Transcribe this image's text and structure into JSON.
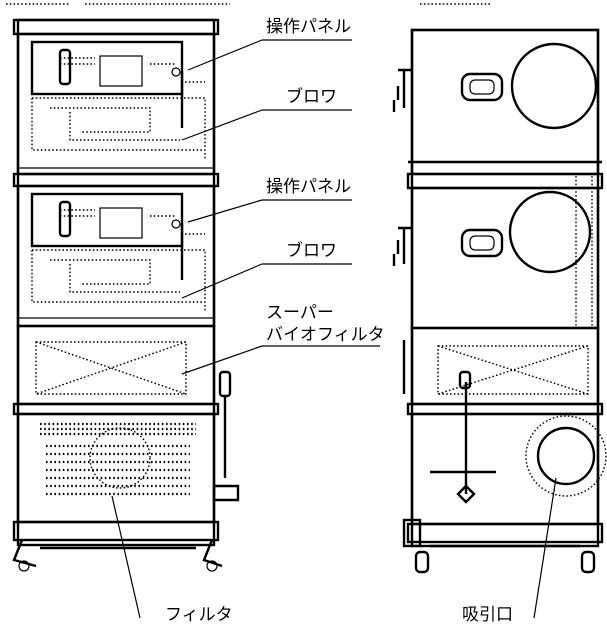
{
  "labels": {
    "control_panel_upper": "操作パネル",
    "blower_upper": "ブロワ",
    "control_panel_lower": "操作パネル",
    "blower_lower": "ブロワ",
    "super_bio_filter_line1": "スーパー",
    "super_bio_filter_line2": "バイオフィルタ",
    "filter": "フィルタ",
    "suction_port": "吸引口"
  }
}
